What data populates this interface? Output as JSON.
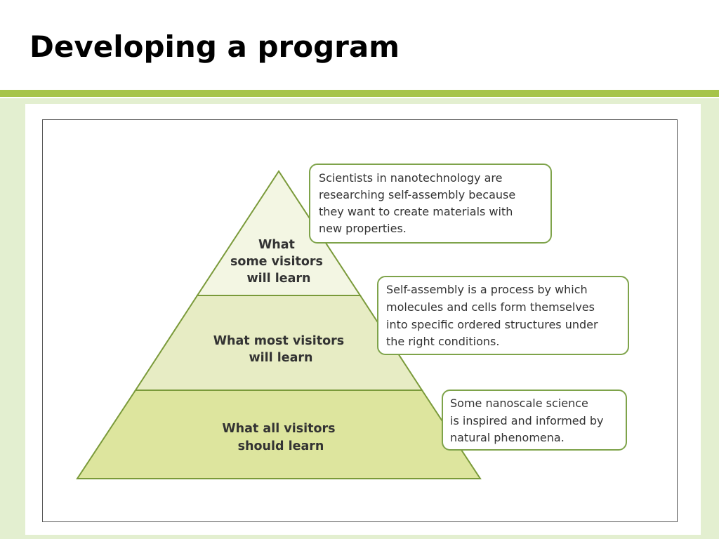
{
  "slide": {
    "title": "Developing a program"
  },
  "colors": {
    "accent_rule": "#a6c44a",
    "panel_background": "#e3efd0",
    "pyramid_outline": "#7a9a3a",
    "tier_top_fill": "#f3f6e3",
    "tier_middle_fill": "#e7ecc4",
    "tier_bottom_fill": "#dde59e",
    "callout_border": "#7ea34a"
  },
  "pyramid": {
    "tiers": [
      {
        "id": "top",
        "lines": [
          "What",
          "some visitors",
          "will learn"
        ]
      },
      {
        "id": "middle",
        "lines": [
          "What most visitors",
          "will learn"
        ]
      },
      {
        "id": "bottom",
        "lines": [
          "What all visitors",
          "should learn"
        ]
      }
    ]
  },
  "callouts": [
    {
      "id": "top",
      "lines": [
        "Scientists in nanotechnology are",
        "researching self-assembly because",
        "they want to create materials with",
        "new properties."
      ]
    },
    {
      "id": "middle",
      "lines": [
        "Self-assembly is a process by which",
        "molecules and cells form themselves",
        "into specific ordered structures under",
        "the right conditions."
      ]
    },
    {
      "id": "bottom",
      "lines": [
        "Some nanoscale science",
        "is inspired and informed by",
        "natural phenomena."
      ]
    }
  ]
}
